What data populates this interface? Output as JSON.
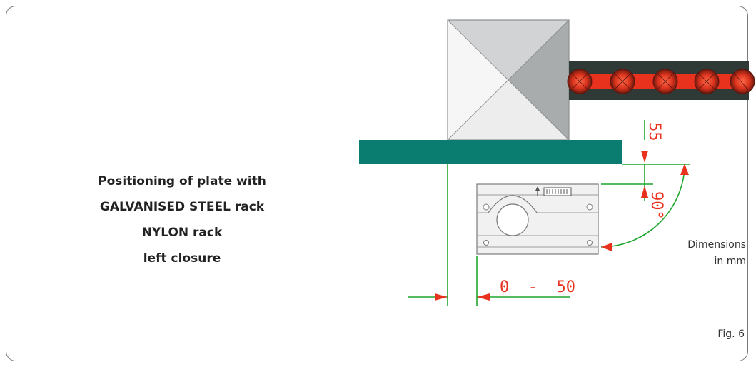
{
  "caption": {
    "line1": "Positioning of plate with",
    "line2": "GALVANISED STEEL rack",
    "line3": "NYLON rack",
    "line4": "left closure"
  },
  "dimensions": {
    "top_offset": "55",
    "angle": "90°",
    "horizontal_offset": "0  -  50"
  },
  "units_note": {
    "line1": "Dimensions",
    "line2": "in mm"
  },
  "figure_label": "Fig. 6",
  "colors": {
    "plate": "#0b7d70",
    "dimension_line": "#1fa62e",
    "arrow_and_text": "#e8321e",
    "rack_belt": "#2f3a37",
    "rack_teeth": "#e8321e",
    "frame": "#7a7a7a"
  }
}
